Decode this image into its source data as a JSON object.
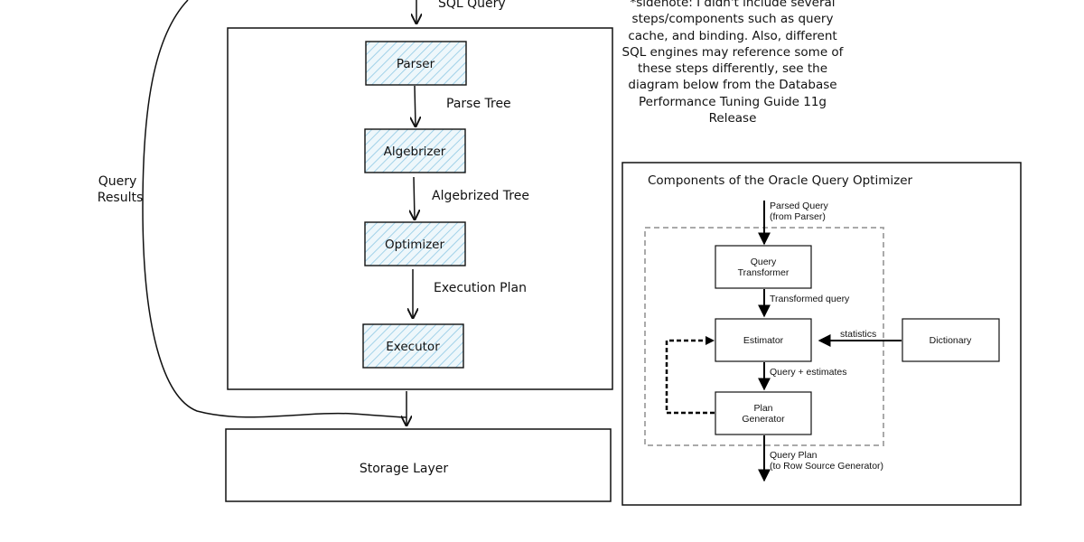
{
  "flow": {
    "query_label": "SQL Query",
    "results_label_line1": "Query",
    "results_label_line2": "Results",
    "steps": [
      "Parser",
      "Algebrizer",
      "Optimizer",
      "Executor"
    ],
    "edges": [
      "Parse Tree",
      "Algebrized Tree",
      "Execution Plan"
    ],
    "storage_label": "Storage Layer"
  },
  "sidenote": "*sidenote: I didn't include several steps/components such as query cache, and binding. Also, different SQL engines may reference some of these steps differently, see the diagram below from the Database Performance Tuning Guide 11g Release",
  "oracle": {
    "title": "Components of the Oracle Query Optimizer",
    "input_line1": "Parsed Query",
    "input_line2": "(from Parser)",
    "transformer_line1": "Query",
    "transformer_line2": "Transformer",
    "transformed_label": "Transformed query",
    "estimator": "Estimator",
    "statistics_label": "statistics",
    "dictionary": "Dictionary",
    "estimates_label": "Query + estimates",
    "generator_line1": "Plan",
    "generator_line2": "Generator",
    "output_line1": "Query Plan",
    "output_line2": "(to Row Source Generator)"
  },
  "colors": {
    "ink": "#111111",
    "box_fill": "#e6f3f9",
    "hatch": "#8ec8e4",
    "dash_border": "#aaaaaa"
  }
}
